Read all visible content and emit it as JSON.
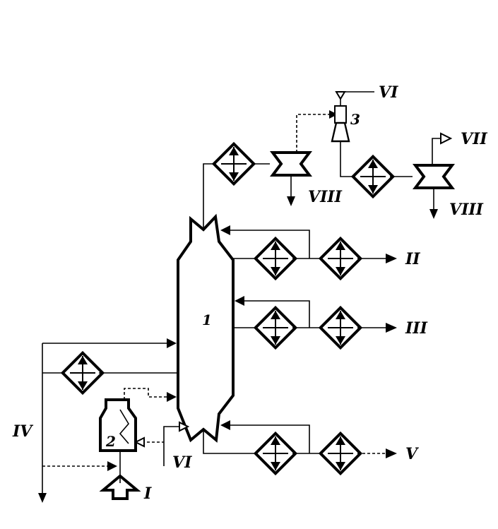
{
  "labels": {
    "stream_I": "I",
    "stream_II": "II",
    "stream_III": "III",
    "stream_IV": "IV",
    "stream_V": "V",
    "stream_VI_top": "VI",
    "stream_VI_bottom": "VI",
    "stream_VII": "VII",
    "stream_VIII_left": "VIII",
    "stream_VIII_right": "VIII",
    "unit_1": "1",
    "unit_2": "2",
    "unit_3": "3"
  }
}
